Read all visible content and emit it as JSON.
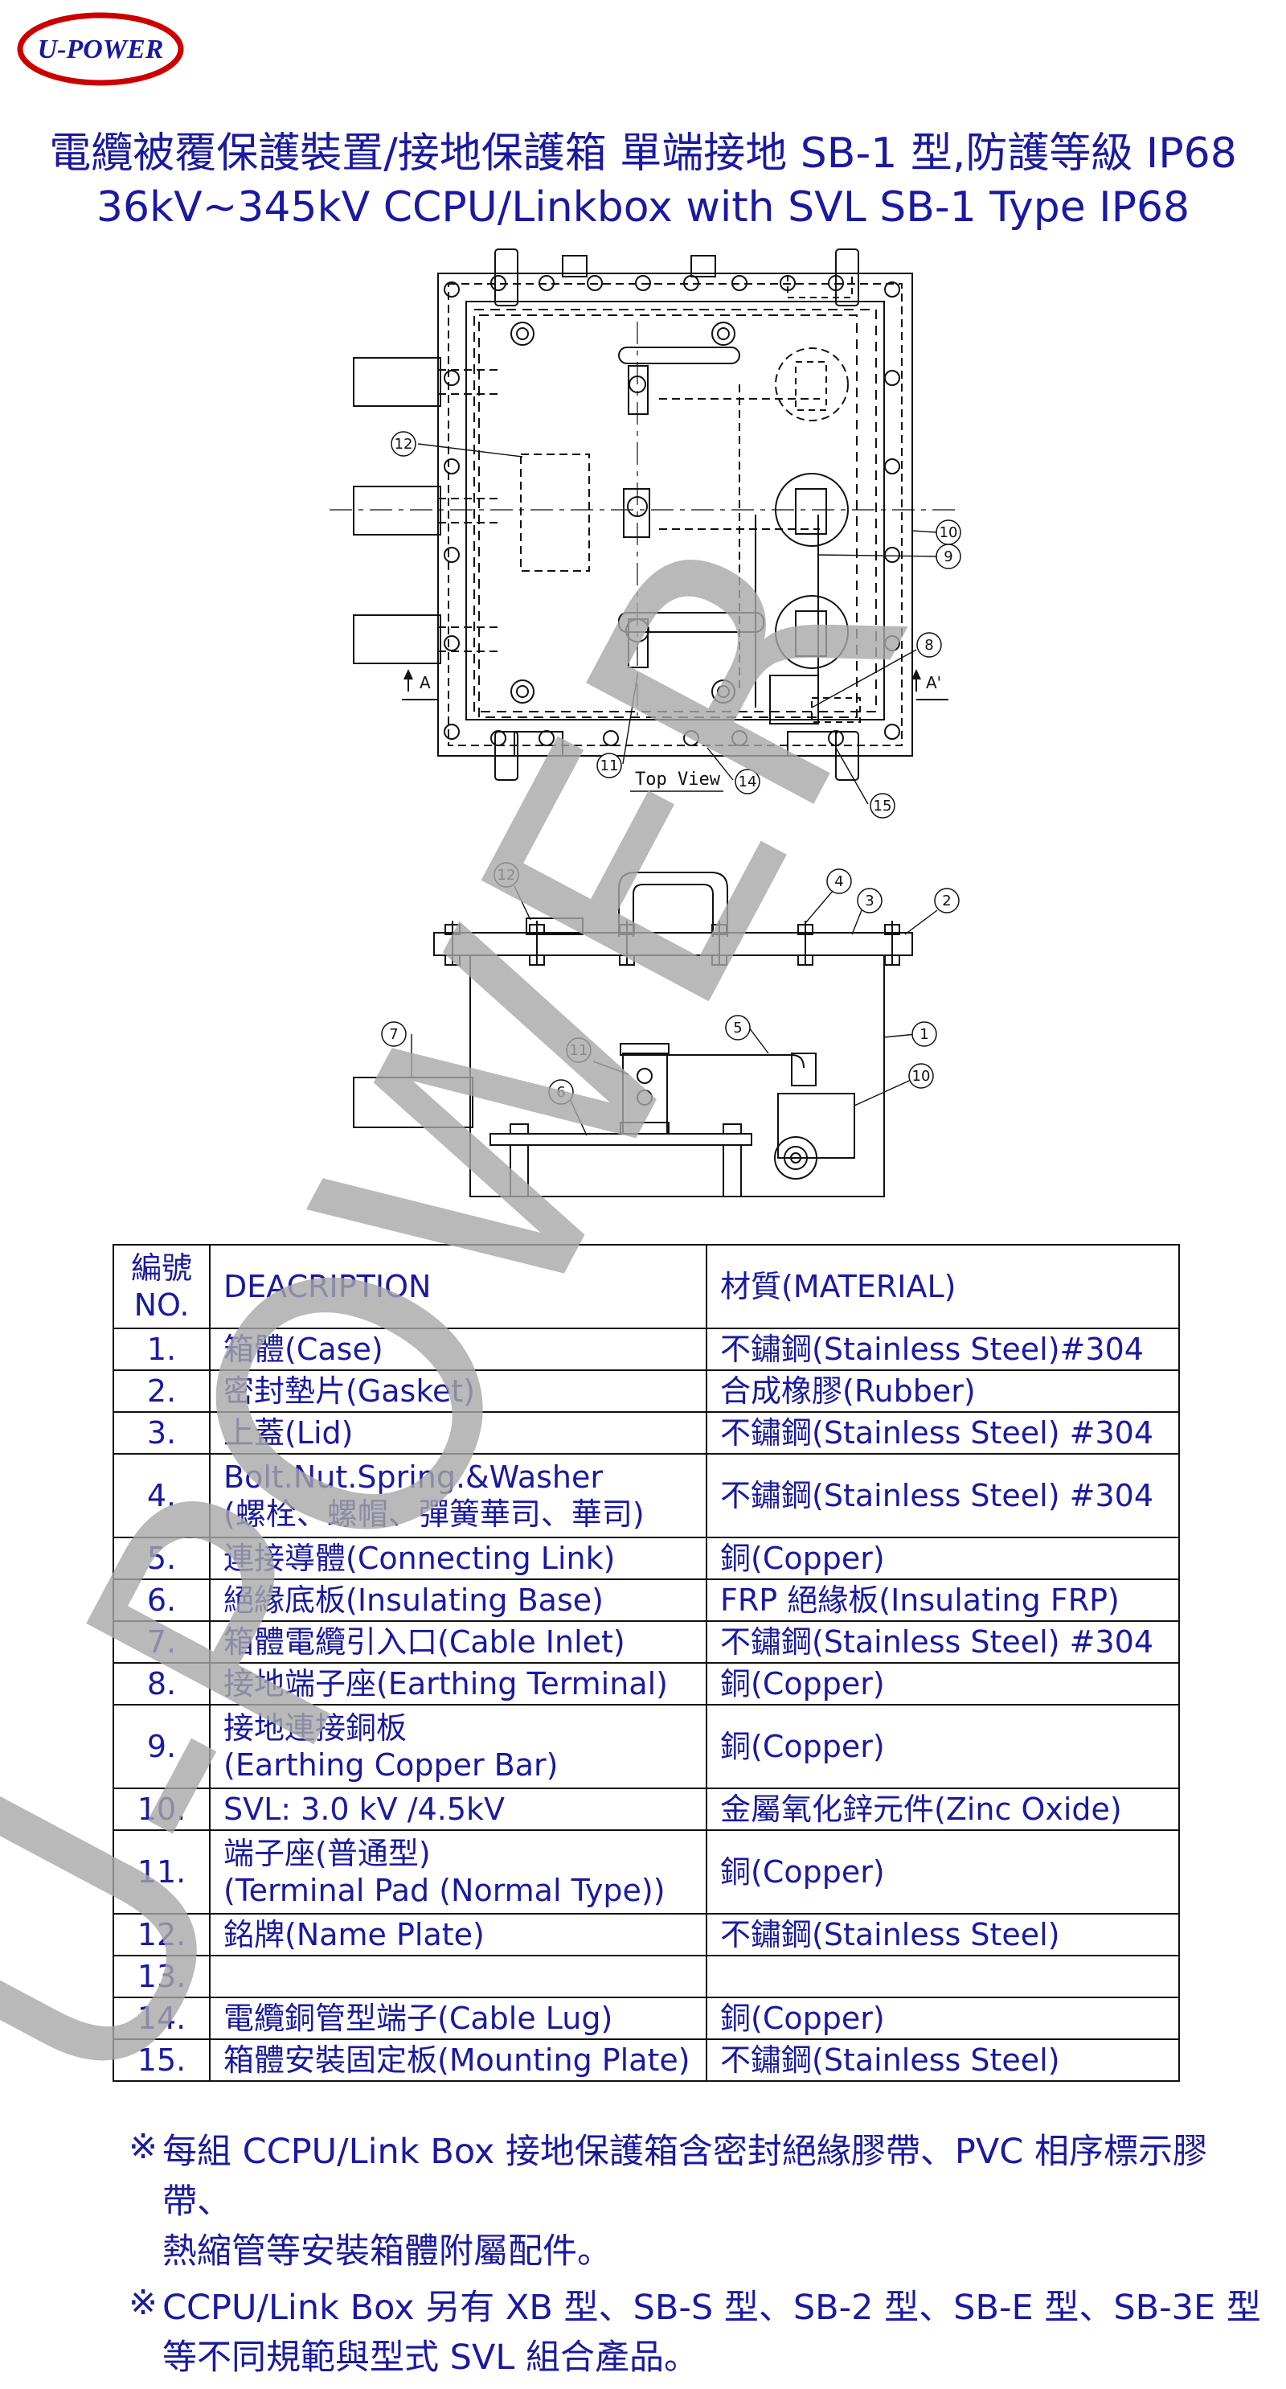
{
  "logo": {
    "text": "U-POWER",
    "color": "#cc0000"
  },
  "title": {
    "line1": "電纜被覆保護裝置/接地保護箱  單端接地 SB-1 型,防護等級 IP68",
    "line2": "36kV~345kV CCPU/Linkbox with SVL SB-1 Type IP68"
  },
  "drawing": {
    "top_view_label": "Top View",
    "section_marker_left": "A",
    "section_marker_right": "A'",
    "callouts_top": [
      "12",
      "10",
      "9",
      "8",
      "11",
      "14",
      "15"
    ],
    "callouts_side": [
      "12",
      "4",
      "3",
      "2",
      "7",
      "11",
      "5",
      "1",
      "10",
      "6"
    ]
  },
  "watermark": {
    "text": "U-POWER",
    "color": "#b0b0b0"
  },
  "table": {
    "headers": {
      "no_line1": "編號",
      "no_line2": "NO.",
      "description": "DEACRIPTION",
      "material": "材質(MATERIAL)"
    },
    "rows": [
      {
        "no": "1.",
        "desc1": "箱體(Case)",
        "desc2": "",
        "material": "不鏽鋼(Stainless Steel)#304"
      },
      {
        "no": "2.",
        "desc1": "密封墊片(Gasket)",
        "desc2": "",
        "material": "合成橡膠(Rubber)"
      },
      {
        "no": "3.",
        "desc1": "上蓋(Lid)",
        "desc2": "",
        "material": "不鏽鋼(Stainless Steel) #304"
      },
      {
        "no": "4.",
        "desc1": "Bolt.Nut.Spring.&Washer",
        "desc2": "(螺栓、螺帽、彈簧華司、華司)",
        "material": "不鏽鋼(Stainless Steel) #304"
      },
      {
        "no": "5.",
        "desc1": "連接導體(Connecting Link)",
        "desc2": "",
        "material": "銅(Copper)"
      },
      {
        "no": "6.",
        "desc1": "絕緣底板(Insulating Base)",
        "desc2": "",
        "material": "FRP 絕緣板(Insulating FRP)"
      },
      {
        "no": "7.",
        "desc1": "箱體電纜引入口(Cable Inlet)",
        "desc2": "",
        "material": "不鏽鋼(Stainless Steel) #304"
      },
      {
        "no": "8.",
        "desc1": "接地端子座(Earthing Terminal)",
        "desc2": "",
        "material": "銅(Copper)"
      },
      {
        "no": "9.",
        "desc1": "接地連接銅板",
        "desc2": "(Earthing Copper Bar)",
        "material": "銅(Copper)"
      },
      {
        "no": "10.",
        "desc1": "SVL: 3.0 kV /4.5kV",
        "desc2": "",
        "material": "金屬氧化鋅元件(Zinc Oxide)"
      },
      {
        "no": "11.",
        "desc1": "端子座(普通型)",
        "desc2": "(Terminal Pad (Normal Type))",
        "material": "銅(Copper)"
      },
      {
        "no": "12.",
        "desc1": "銘牌(Name Plate)",
        "desc2": "",
        "material": "不鏽鋼(Stainless Steel)"
      },
      {
        "no": "13.",
        "desc1": "",
        "desc2": "",
        "material": ""
      },
      {
        "no": "14.",
        "desc1": "電纜銅管型端子(Cable Lug)",
        "desc2": "",
        "material": "銅(Copper)"
      },
      {
        "no": "15.",
        "desc1": "箱體安裝固定板(Mounting Plate)",
        "desc2": "",
        "material": "不鏽鋼(Stainless Steel)"
      }
    ]
  },
  "notes": [
    {
      "mark": "※",
      "line1": "每組 CCPU/Link Box  接地保護箱含密封絕緣膠帶、PVC 相序標示膠帶、",
      "line2": "熱縮管等安裝箱體附屬配件。"
    },
    {
      "mark": "※",
      "line1": "CCPU/Link Box 另有 XB 型、SB-S 型、SB-2 型、SB-E 型、SB-3E 型",
      "line2": "等不同規範與型式 SVL 組合產品。"
    }
  ]
}
